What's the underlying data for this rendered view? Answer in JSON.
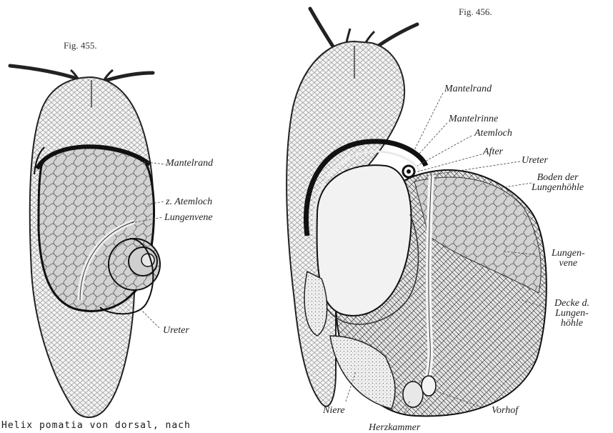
{
  "figures": {
    "left": {
      "title": "Fig. 455.",
      "labels": {
        "mantelrand": "Mantelrand",
        "atemloch": "z. Atemloch",
        "lungenvene": "Lungenvene",
        "ureter": "Ureter"
      }
    },
    "right": {
      "title": "Fig. 456.",
      "labels": {
        "mantelrand": "Mantelrand",
        "mantelrinne": "Mantelrinne",
        "atemloch": "Atemloch",
        "after": "After",
        "ureter": "Ureter",
        "boden_1": "Boden der",
        "boden_2": "Lungenhöhle",
        "lungenvene_1": "Lungen-",
        "lungenvene_2": "vene",
        "decke_1": "Decke d.",
        "decke_2": "Lungen-",
        "decke_3": "höhle",
        "niere": "Niere",
        "herzkammer": "Herzkammer",
        "vorhof": "Vorhof"
      }
    }
  },
  "caption": "Helix pomatia von dorsal, nach"
}
